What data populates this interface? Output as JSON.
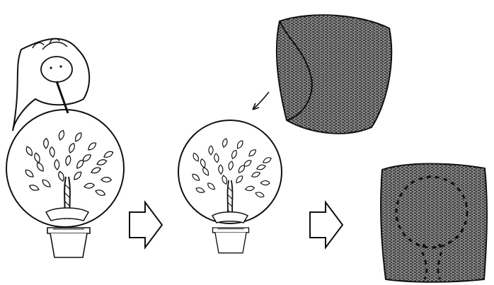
{
  "figure": {
    "panels": [
      {
        "id": "panel-1",
        "icons": [
          "person-icon",
          "straw-icon",
          "bubble-icon",
          "ficus-tree-icon",
          "flower-pot-icon"
        ]
      },
      {
        "id": "panel-2",
        "icons": [
          "bubble-icon",
          "ficus-tree-icon",
          "flower-pot-icon",
          "fabric-bag-icon",
          "curved-arrow-icon"
        ]
      },
      {
        "id": "panel-3",
        "icons": [
          "wrapped-bag-icon",
          "dashed-bubble-outline-icon"
        ]
      }
    ],
    "connectors": [
      "block-arrow-right-icon",
      "block-arrow-right-icon"
    ],
    "colors": {
      "ink": "#111111",
      "paper": "#ffffff",
      "texture": "#2a2a2a"
    }
  }
}
